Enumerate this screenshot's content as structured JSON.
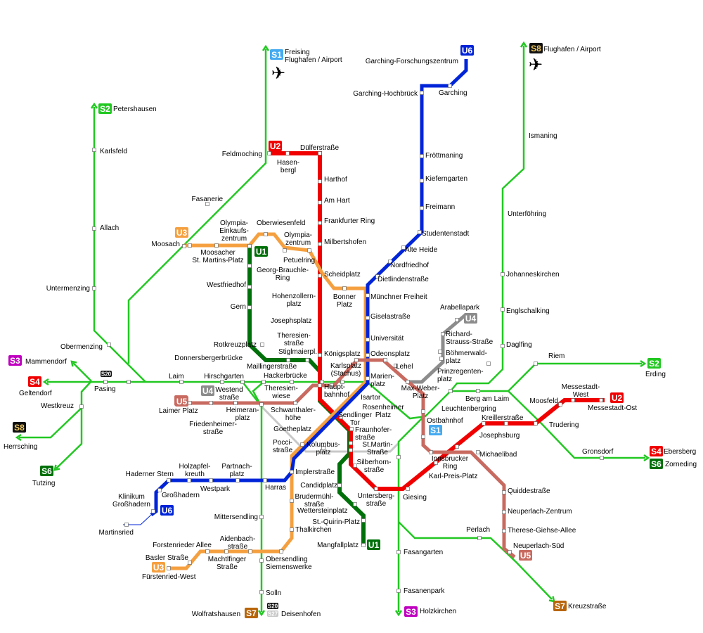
{
  "title": "Munich S-Bahn and U-Bahn network map",
  "colors": {
    "sbahn": "#22c822",
    "u1": "#00700a",
    "u2": "#f00000",
    "u3": "#f5a040",
    "u4": "#8c8c8c",
    "u5": "#c86a60",
    "u6": "#0024d8",
    "ring": "#c8c8c8"
  },
  "badges": [
    {
      "label": "S1",
      "bg": "#45aaf0",
      "fg": "#ffffff"
    },
    {
      "label": "U6",
      "bg": "#0024d8",
      "fg": "#ffffff"
    },
    {
      "label": "S8",
      "bg": "#111111",
      "fg": "#f0c860"
    },
    {
      "label": "S2",
      "bg": "#22c822",
      "fg": "#ffffff"
    },
    {
      "label": "U2",
      "bg": "#f00000",
      "fg": "#ffffff"
    },
    {
      "label": "U3",
      "bg": "#f5a040",
      "fg": "#ffffff"
    },
    {
      "label": "U1",
      "bg": "#00700a",
      "fg": "#ffffff"
    },
    {
      "label": "U4",
      "bg": "#8c8c8c",
      "fg": "#ffffff"
    },
    {
      "label": "S3",
      "bg": "#c000c0",
      "fg": "#ffffff"
    },
    {
      "label": "S4",
      "bg": "#f00000",
      "fg": "#ffffff"
    },
    {
      "label": "U5",
      "bg": "#c86a60",
      "fg": "#ffffff"
    },
    {
      "label": "S8",
      "bg": "#111111",
      "fg": "#f0c860"
    },
    {
      "label": "S6",
      "bg": "#00700a",
      "fg": "#ffffff"
    },
    {
      "label": "S2",
      "bg": "#22c822",
      "fg": "#ffffff"
    },
    {
      "label": "U2",
      "bg": "#f00000",
      "fg": "#ffffff"
    },
    {
      "label": "S1",
      "bg": "#45aaf0",
      "fg": "#ffffff"
    },
    {
      "label": "S4",
      "bg": "#f00000",
      "fg": "#ffffff"
    },
    {
      "label": "S6",
      "bg": "#00700a",
      "fg": "#ffffff"
    },
    {
      "label": "U5",
      "bg": "#c86a60",
      "fg": "#ffffff"
    },
    {
      "label": "S7",
      "bg": "#b8650a",
      "fg": "#ffffff"
    },
    {
      "label": "S3",
      "bg": "#c000c0",
      "fg": "#ffffff"
    },
    {
      "label": "U4",
      "bg": "#8c8c8c",
      "fg": "#ffffff"
    },
    {
      "label": "U5",
      "bg": "#c86a60",
      "fg": "#ffffff"
    },
    {
      "label": "U6",
      "bg": "#0024d8",
      "fg": "#ffffff"
    },
    {
      "label": "U1",
      "bg": "#00700a",
      "fg": "#ffffff"
    },
    {
      "label": "U3",
      "bg": "#f5a040",
      "fg": "#ffffff"
    },
    {
      "label": "S7",
      "bg": "#b8650a",
      "fg": "#ffffff"
    },
    {
      "label": "S20",
      "bg": "#111111",
      "fg": "#ffffff"
    },
    {
      "label": "S20",
      "bg": "#111111",
      "fg": "#ffffff"
    },
    {
      "label": "S27",
      "bg": "#c8c8c8",
      "fg": "#ffffff"
    }
  ],
  "stations": [
    "Freising\nFlughafen / Airport",
    "Garching-Forschungszentrum",
    "Flughafen / Airport",
    "Petershausen",
    "Karlsfeld",
    "Garching-Hochbrück",
    "Garching",
    "Ismaning",
    "Dülferstraße",
    "Feldmoching",
    "Hasen-\nbergl",
    "Fröttmaning",
    "Kieferngarten",
    "Freimann",
    "Studentenstadt",
    "Alte Heide",
    "Nordfriedhof",
    "Dietlindenstraße",
    "Münchner Freiheit",
    "Giselastraße",
    "Universität",
    "Odeonsplatz",
    "Harthof",
    "Am Hart",
    "Frankfurter Ring",
    "Milbertshofen",
    "Scheidplatz",
    "Bonner\nPlatz",
    "Fasanerie",
    "Allach",
    "Untermenzing",
    "Obermenzing",
    "Unterföhring",
    "Johanneskirchen",
    "Englschalking",
    "Daglfing",
    "Olympia-\nEinkaufs-\nzentrum",
    "Oberwiesenfeld",
    "Olympia-\nzentrum",
    "Petuelring",
    "Moosach",
    "Moosacher\nSt. Martins-Platz",
    "Georg-Brauchle-\nRing",
    "Westfriedhof",
    "Gern",
    "Hohenzollern-\nplatz",
    "Josephsplatz",
    "Theresien-\nstraße",
    "Stiglmaierpl.",
    "Rotkreuzplatz",
    "Königsplatz",
    "Arabellapark",
    "Richard-\nStrauss-Straße",
    "Böhmerwald-\nplatz",
    "Prinzregenten-\nplatz",
    "Lehel",
    "Karlsplatz\n(Stachus)",
    "Marien-\nplatz",
    "Max-Weber-\nPlatz",
    "Donnersbergerbrücke",
    "Maillingerstraße",
    "Hackerbrücke",
    "Hirschgarten",
    "Laim",
    "Pasing",
    "Geltendorf",
    "Mammendorf",
    "Westkreuz",
    "Herrsching",
    "Tutzing",
    "Riem",
    "Erding",
    "Messestadt-\nWest",
    "Messestadt-Ost",
    "Moosfeld",
    "Kreillerstraße",
    "Trudering",
    "Josephsburg",
    "Berg am Laim",
    "Leuchtenbergring",
    "Ostbahnhof",
    "Michaelibad",
    "Innsbrucker\nRing",
    "Karl-Preis-Platz",
    "Gronsdorf",
    "Ebersberg",
    "Zorneding",
    "Quiddestraße",
    "Neuperlach-Zentrum",
    "Therese-Giehse-Allee",
    "Neuperlach-Süd",
    "Perlach",
    "Kreuzstraße",
    "Giesing",
    "Fasangarten",
    "Fasanenpark",
    "Holzkirchen",
    "Westend\nstraße",
    "Laimer Platz",
    "Friedenheimer-\nstraße",
    "Heimeran-\nplatz",
    "Theresien-\nwiese",
    "Schwanthaler-\nhöhe",
    "Haupt-\nbahnhof",
    "Isartor",
    "Rosenheimer\nPlatz",
    "Sendlinger\nTor",
    "Goetheplatz",
    "Fraunhofer-\nstraße",
    "Pocci-\nstraße",
    "Kolumbus-\nplatz",
    "St.Martin-\nStraße",
    "Silberhorn-\nstraße",
    "Implerstraße",
    "Candidplatz",
    "Haderner Stern",
    "Holzapfel-\nkreuth",
    "Partnach-\nplatz",
    "Westpark",
    "Großhadern",
    "Harras",
    "Klinikum\nGroßhadern",
    "Martinsried",
    "Brudermühl-\nstraße",
    "Wettersteinplatz",
    "Untersberg-\nstraße",
    "St.-Quirin-Platz",
    "Thalkirchen",
    "Mittersendling",
    "Mangfallplatz",
    "Forstenrieder Allee",
    "Aidenbach-\nstraße",
    "Basler Straße",
    "Machtlfinger\nStraße",
    "Obersendling\nSiemenswerke",
    "Fürstenried-West",
    "Solln",
    "Wolfratshausen",
    "Deisenhofen"
  ]
}
